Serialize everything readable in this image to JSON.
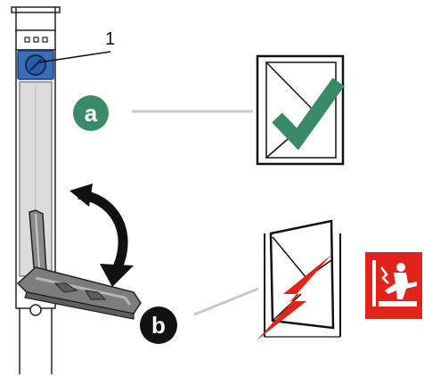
{
  "callout": {
    "number": "1"
  },
  "badges": {
    "a": {
      "letter": "a",
      "color": "#3a8a6a"
    },
    "b": {
      "letter": "b",
      "color": "#111111"
    }
  },
  "icons": {
    "valid": "checkmark-envelope-icon",
    "invalid": "lightning-envelope-icon",
    "warning": "electric-shock-warning-icon"
  },
  "colors": {
    "check": "#3a8a6a",
    "lightning": "#e2231a",
    "warning_bg": "#e2231a",
    "knob": "#2a5ea8",
    "cap_blue": "#3a6fb8",
    "connector_line": "#c8c8c8"
  }
}
